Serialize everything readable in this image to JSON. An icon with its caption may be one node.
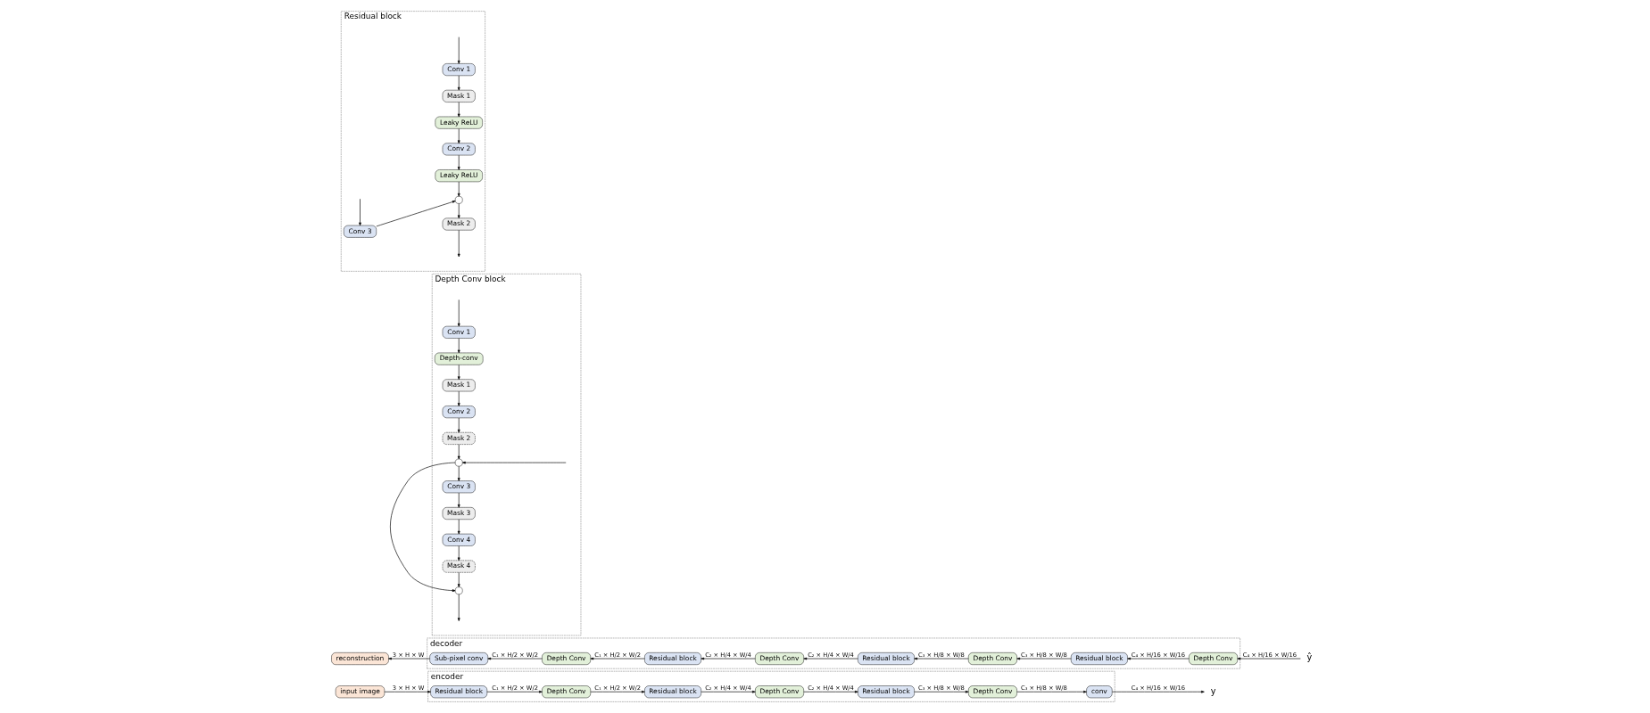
{
  "diagram": {
    "nodes": [
      {
        "text": [
          "encoder"
        ]
      },
      {
        "text": [
          "input image"
        ]
      },
      {
        "text": [
          "Residual block"
        ],
        "in": 0
      },
      {
        "text": [
          "Depth Conv"
        ],
        "in": 0
      },
      {
        "text": [
          "Residual block"
        ],
        "in": 0
      },
      {
        "text": [
          "Depth Conv"
        ],
        "in": 0
      },
      {
        "text": [
          "Residual block"
        ],
        "in": 0
      },
      {
        "text": [
          "Depth Conv"
        ],
        "in": 0
      },
      {
        "text": [
          "conv"
        ],
        "in": 0
      },
      {
        "text": [
          "y"
        ]
      },
      {
        "text": [
          "decoder"
        ]
      },
      {
        "text": [
          "reconstruction"
        ]
      },
      {
        "text": [
          "Sub-pixel conv"
        ],
        "in": 10
      },
      {
        "text": [
          "Depth Conv"
        ],
        "in": 10
      },
      {
        "text": [
          "Residual block"
        ],
        "in": 10
      },
      {
        "text": [
          "Depth Conv"
        ],
        "in": 10
      },
      {
        "text": [
          "Residual block"
        ],
        "in": 10
      },
      {
        "text": [
          "Depth Conv"
        ],
        "in": 10
      },
      {
        "text": [
          "Residual block"
        ],
        "in": 10
      },
      {
        "text": [
          "Depth Conv"
        ],
        "in": 10
      },
      {
        "text": [
          "ŷ"
        ]
      },
      {
        "text": [
          "Residual block"
        ]
      },
      {
        "text": [
          "Conv 1"
        ],
        "in": 21
      },
      {
        "text": [
          "Conv 3"
        ],
        "in": 21
      },
      {
        "text": [
          "Mask 1"
        ],
        "in": 21
      },
      {
        "text": [
          "Leaky ReLU"
        ],
        "in": 21
      },
      {
        "text": [
          "Conv 2"
        ],
        "in": 21
      },
      {
        "text": [
          "Leaky ReLU"
        ],
        "in": 21
      },
      {
        "text": [],
        "shape": "circle",
        "in": 21
      },
      {
        "text": [
          "Mask 2"
        ],
        "in": 21
      },
      {
        "text": [
          "Depth Conv block"
        ]
      },
      {
        "text": [
          "Conv 1"
        ],
        "in": 30
      },
      {
        "text": [
          "Depth-conv"
        ],
        "in": 30
      },
      {
        "text": [
          "Mask 1"
        ],
        "in": 30
      },
      {
        "text": [
          "Conv 2"
        ],
        "in": 30
      },
      {
        "text": [
          "Mask 2"
        ],
        "in": 30
      },
      {
        "text": [],
        "shape": "circle",
        "in": 30
      },
      {
        "text": [
          "Conv 3"
        ],
        "in": 30
      },
      {
        "text": [
          "Mask 3"
        ],
        "in": 30
      },
      {
        "text": [
          "Conv 4"
        ],
        "in": 30
      },
      {
        "text": [
          "Mask 4"
        ],
        "in": 30
      },
      {
        "text": [],
        "shape": "circle",
        "in": 30
      }
    ],
    "edges": [
      {
        "from": 1,
        "to": 2,
        "arrow": "to",
        "label": "3 × H × W"
      },
      {
        "from": 2,
        "to": 3,
        "arrow": "to",
        "label": "C₁ × H/2 × W/2"
      },
      {
        "from": 3,
        "to": 4,
        "arrow": "to",
        "label": "C₁ × H/2 × W/2"
      },
      {
        "from": 4,
        "to": 5,
        "arrow": "to",
        "label": "C₂ × H/4 × W/4"
      },
      {
        "from": 5,
        "to": 6,
        "arrow": "to",
        "label": "C₂ × H/4 × W/4"
      },
      {
        "from": 6,
        "to": 7,
        "arrow": "to",
        "label": "C₃ × H/8 × W/8"
      },
      {
        "from": 7,
        "to": 8,
        "arrow": "to",
        "label": "C₃ × H/8 × W/8"
      },
      {
        "from": 8,
        "to": 9,
        "arrow": "to",
        "label": "C₄ × H/16 × W/16"
      },
      {
        "from": 20,
        "to": 19,
        "arrow": "to",
        "label": "C₄ × H/16 × W/16"
      },
      {
        "from": 19,
        "to": 18,
        "arrow": "to",
        "label": "C₄ × H/16 × W/16"
      },
      {
        "from": 18,
        "to": 17,
        "arrow": "to",
        "label": "C₃ × H/8 × W/8"
      },
      {
        "from": 17,
        "to": 16,
        "arrow": "to",
        "label": "C₃ × H/8 × W/8"
      },
      {
        "from": 16,
        "to": 15,
        "arrow": "to",
        "label": "C₂ × H/4 × W/4"
      },
      {
        "from": 15,
        "to": 14,
        "arrow": "to",
        "label": "C₂ × H/4 × W/4"
      },
      {
        "from": 14,
        "to": 13,
        "arrow": "to",
        "label": "C₁ × H/2 × W/2"
      },
      {
        "from": 13,
        "to": 12,
        "arrow": "to",
        "label": "C₁ × H/2 × W/2"
      },
      {
        "from": 12,
        "to": 11,
        "arrow": "to",
        "label": "3 × H × W"
      },
      {
        "from": null,
        "to": 22,
        "arrow": "to"
      },
      {
        "from": null,
        "to": 23,
        "arrow": "to"
      },
      {
        "from": 22,
        "to": 24,
        "arrow": "to"
      },
      {
        "from": 24,
        "to": 25,
        "arrow": "to"
      },
      {
        "from": 25,
        "to": 26,
        "arrow": "to"
      },
      {
        "from": 26,
        "to": 27,
        "arrow": "to"
      },
      {
        "from": 27,
        "to": 28,
        "arrow": "to"
      },
      {
        "from": 23,
        "to": 28,
        "arrow": "to"
      },
      {
        "from": 28,
        "to": 29,
        "arrow": "to"
      },
      {
        "from": 29,
        "to": null,
        "arrow": "to"
      },
      {
        "from": null,
        "to": 31,
        "arrow": "to"
      },
      {
        "from": null,
        "to": 36,
        "arrow": "to"
      },
      {
        "from": 31,
        "to": 32,
        "arrow": "to"
      },
      {
        "from": 32,
        "to": 33,
        "arrow": "to"
      },
      {
        "from": 33,
        "to": 34,
        "arrow": "to"
      },
      {
        "from": 34,
        "to": 35,
        "arrow": "to"
      },
      {
        "from": 35,
        "to": 36,
        "arrow": "to"
      },
      {
        "from": 36,
        "to": 37,
        "arrow": "to"
      },
      {
        "from": 36,
        "to": 41,
        "arrow": "to"
      },
      {
        "from": 37,
        "to": 38,
        "arrow": "to"
      },
      {
        "from": 38,
        "to": 39,
        "arrow": "to"
      },
      {
        "from": 39,
        "to": 40,
        "arrow": "to"
      },
      {
        "from": 40,
        "to": 41,
        "arrow": "to"
      },
      {
        "from": 41,
        "to": null,
        "arrow": "to"
      }
    ]
  }
}
